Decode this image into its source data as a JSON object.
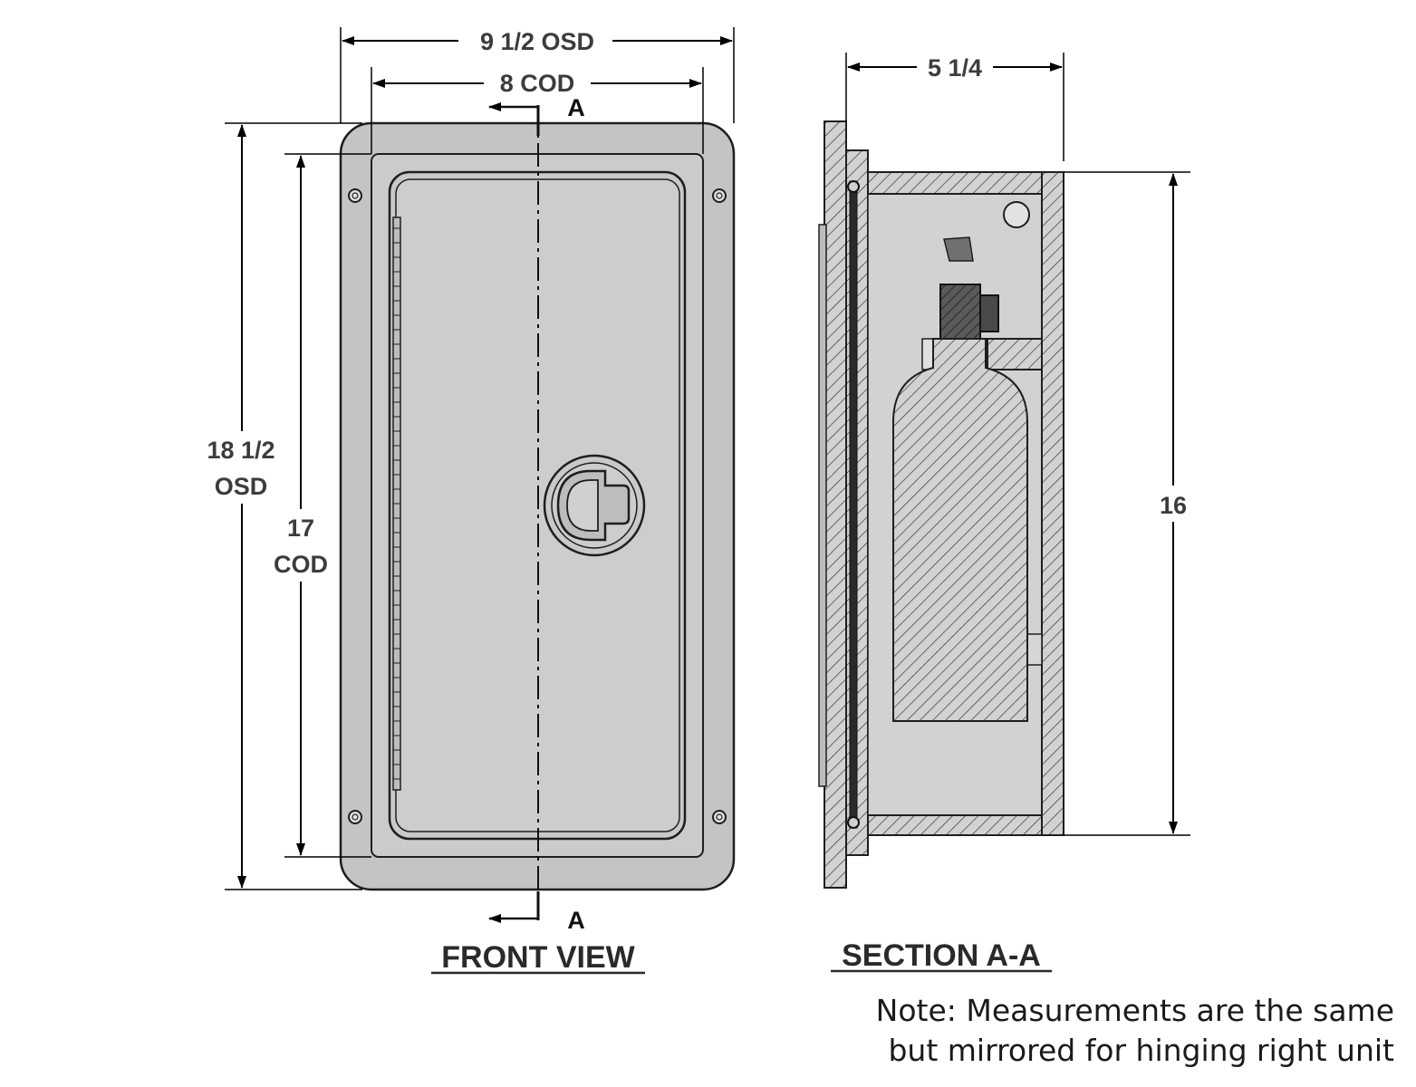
{
  "front_view": {
    "title": "FRONT VIEW",
    "width_outside": "9 1/2 OSD",
    "width_cutout": "8 COD",
    "height_outside": [
      "18 1/2",
      "OSD"
    ],
    "height_cutout": [
      "17",
      "COD"
    ],
    "section_marker": "A"
  },
  "section_view": {
    "title": "SECTION A-A",
    "depth": "5 1/4",
    "inner_height": "16"
  },
  "note": {
    "line1": "Note: Measurements are the same",
    "line2": "but mirrored for hinging right unit"
  },
  "colors": {
    "body_fill": "#c6c6c6",
    "panel_fill": "#cfcfcf",
    "line": "#1e1e1e",
    "dimension_line": "#000000"
  }
}
